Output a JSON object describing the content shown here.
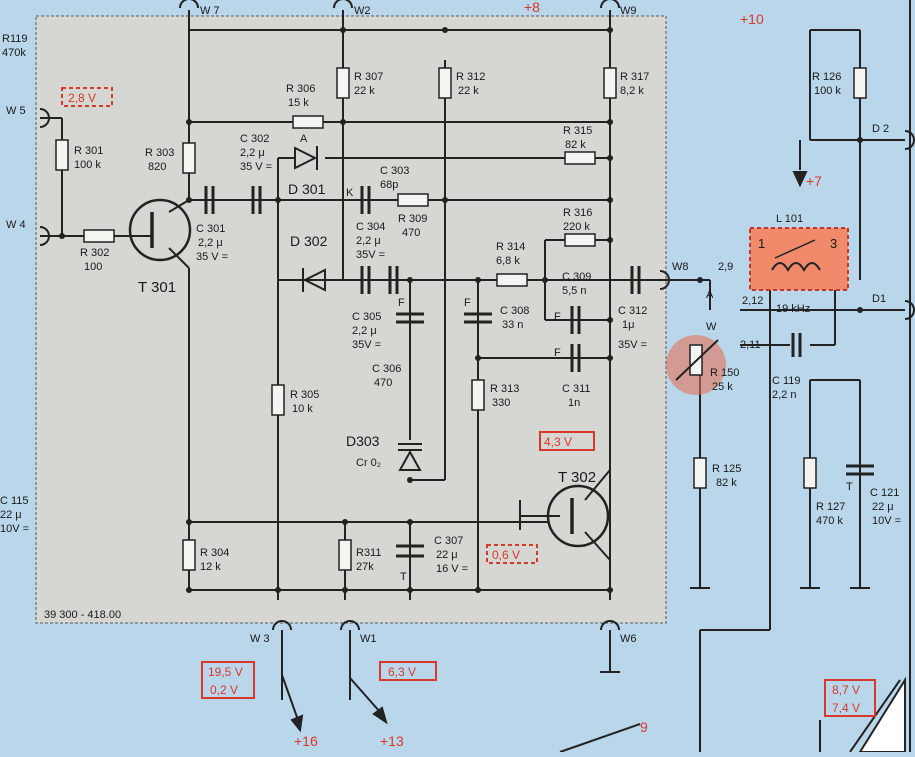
{
  "colors": {
    "paper": "#b9d6ea",
    "board": "#d6d6d2",
    "ink": "#1a1a1a",
    "annotation": "#d8392b",
    "coil_box": "#f08a6a"
  },
  "board": {
    "code": "39 300 - 418.00"
  },
  "pins": {
    "w1": "W1",
    "w2": "W2",
    "w3": "W 3",
    "w4": "W 4",
    "w5": "W 5",
    "w6": "W6",
    "w7": "W 7",
    "w8": "W8",
    "w9": "W9",
    "d1": "D1",
    "d2": "D 2"
  },
  "resistors": [
    {
      "ref": "R119",
      "value": "470k"
    },
    {
      "ref": "R 301",
      "value": "100 k"
    },
    {
      "ref": "R 302",
      "value": "100"
    },
    {
      "ref": "R 303",
      "value": "820"
    },
    {
      "ref": "R 304",
      "value": "12 k"
    },
    {
      "ref": "R 305",
      "value": "10 k"
    },
    {
      "ref": "R 306",
      "value": "15 k"
    },
    {
      "ref": "R 307",
      "value": "22 k"
    },
    {
      "ref": "R 309",
      "value": "470"
    },
    {
      "ref": "R311",
      "value": "27k"
    },
    {
      "ref": "R 312",
      "value": "22 k"
    },
    {
      "ref": "R 313",
      "value": "330"
    },
    {
      "ref": "R 314",
      "value": "6,8 k"
    },
    {
      "ref": "R 315",
      "value": "82 k"
    },
    {
      "ref": "R 316",
      "value": "220 k"
    },
    {
      "ref": "R 317",
      "value": "8,2 k"
    },
    {
      "ref": "R 126",
      "value": "100 k"
    },
    {
      "ref": "R 125",
      "value": "82 k"
    },
    {
      "ref": "R 127",
      "value": "470 k"
    },
    {
      "ref": "R 150",
      "value": "25 k"
    }
  ],
  "capacitors": [
    {
      "ref": "C 301",
      "value": "2,2 μ",
      "volt": "35 V ="
    },
    {
      "ref": "C 302",
      "value": "2,2 μ",
      "volt": "35 V ="
    },
    {
      "ref": "C 303",
      "value": "68p"
    },
    {
      "ref": "C 304",
      "value": "2,2 μ",
      "volt": "35V ="
    },
    {
      "ref": "C 305",
      "value": "2,2 μ",
      "volt": "35V ="
    },
    {
      "ref": "C 306",
      "value": "470"
    },
    {
      "ref": "C 307",
      "value": "22 μ",
      "volt": "16 V ="
    },
    {
      "ref": "C 308",
      "value": "33 n"
    },
    {
      "ref": "C 309",
      "value": "5,5 n"
    },
    {
      "ref": "C 311",
      "value": "1n"
    },
    {
      "ref": "C 312",
      "value": "1μ",
      "volt": "35V ="
    },
    {
      "ref": "C 119",
      "value": "2,2 n"
    },
    {
      "ref": "C 121",
      "value": "22 μ",
      "volt": "10V ="
    },
    {
      "ref": "C 115",
      "value": "22 μ",
      "volt": "10V ="
    }
  ],
  "semis": {
    "t301": "T 301",
    "t302": "T 302",
    "d301": "D 301",
    "d302": "D 302",
    "d303": "D303",
    "d303_type": "Cr 0₂"
  },
  "coil": {
    "ref": "L 101",
    "pin1": "1",
    "pin3": "3",
    "freq": "19 kHz"
  },
  "switch_pos": {
    "p1": "2,9",
    "p2": "2,12",
    "p3": "2,11",
    "a": "A",
    "w": "W"
  },
  "markers": {
    "A": "A",
    "K": "K",
    "F": "F",
    "T": "T",
    "plus": "+"
  },
  "voltages": {
    "v1": "2,8 V",
    "v2": "4,3 V",
    "v3": "0,6 V",
    "v4": "19,5 V",
    "v5": "0,2 V",
    "v6": "6,3 V",
    "v7": "8,7 V",
    "v8": "7,4 V"
  },
  "arrows": {
    "a7": "+7",
    "a8": "+8",
    "a9": "9",
    "a10": "+10",
    "a13": "+13",
    "a16": "+16"
  }
}
